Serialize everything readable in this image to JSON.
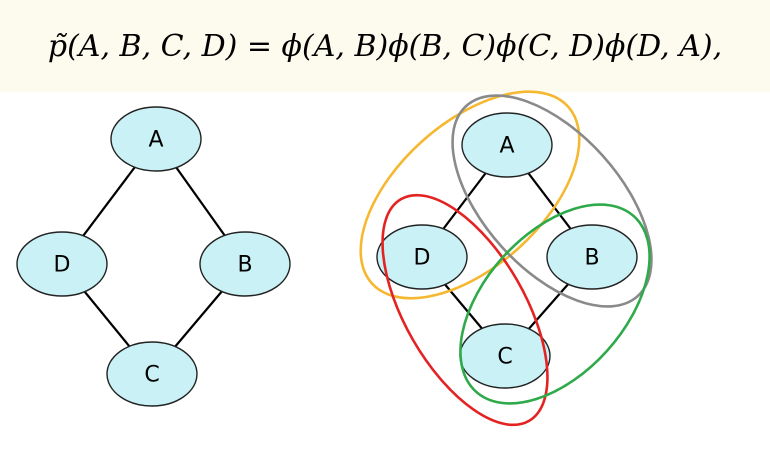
{
  "formula": {
    "text": "p̃(A, B, C, D) = ϕ(A, B)ϕ(B, C)ϕ(C, D)ϕ(D, A),"
  },
  "graph_left": {
    "nodes": [
      {
        "id": "A",
        "label": "A"
      },
      {
        "id": "D",
        "label": "D"
      },
      {
        "id": "B",
        "label": "B"
      },
      {
        "id": "C",
        "label": "C"
      }
    ],
    "edges": [
      [
        "A",
        "D"
      ],
      [
        "A",
        "B"
      ],
      [
        "D",
        "C"
      ],
      [
        "B",
        "C"
      ]
    ]
  },
  "graph_right": {
    "nodes": [
      {
        "id": "A",
        "label": "A"
      },
      {
        "id": "D",
        "label": "D"
      },
      {
        "id": "B",
        "label": "B"
      },
      {
        "id": "C",
        "label": "C"
      }
    ],
    "edges": [
      [
        "A",
        "D"
      ],
      [
        "A",
        "B"
      ],
      [
        "D",
        "C"
      ],
      [
        "B",
        "C"
      ]
    ],
    "cliques": [
      {
        "members": [
          "A",
          "D"
        ],
        "color": "#f5b830"
      },
      {
        "members": [
          "A",
          "B"
        ],
        "color": "#8a8a8a"
      },
      {
        "members": [
          "D",
          "C"
        ],
        "color": "#e52222"
      },
      {
        "members": [
          "B",
          "C"
        ],
        "color": "#2faa4a"
      }
    ]
  },
  "colors": {
    "node_fill": "#c9f1f6",
    "node_stroke": "#222222",
    "edge": "#000000",
    "formula_background": "#fdfaee"
  }
}
